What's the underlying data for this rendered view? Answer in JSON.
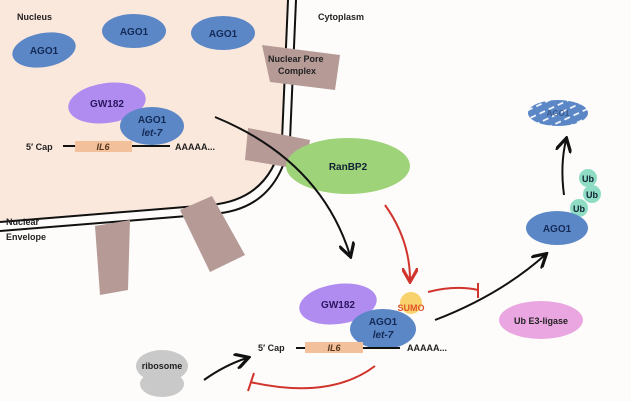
{
  "labels": {
    "nucleus": "Nucleus",
    "cytoplasm": "Cytoplasm",
    "nuclear_envelope": [
      "Nuclear",
      "Envelope"
    ],
    "nuclear_pore_complex": [
      "Nuclear Pore",
      "Complex"
    ],
    "ranbp2": "RanBP2",
    "ub_e3_ligase": "Ub E3-ligase",
    "ribosome": "ribosome",
    "sumo": "SUMO",
    "ub": "Ub",
    "degraded_ago1": "AGO1"
  },
  "nucleus_proteins": {
    "ago1": "AGO1",
    "gw182": "GW182",
    "let7": "let-7"
  },
  "mrna": {
    "cap": "5′ Cap",
    "gene": "IL6",
    "polya": "AAAAA..."
  },
  "colors": {
    "nucleus_fill": "#fbe8dc",
    "ago1": "#5b87c7",
    "gw182": "#b08cf0",
    "pore": "#b59a96",
    "ranbp2": "#9ed37a",
    "ub": "#8fdcc4",
    "ub_e3": "#eaa6e0",
    "inhibit": "#d0342c",
    "il6": "#f3c09c"
  }
}
